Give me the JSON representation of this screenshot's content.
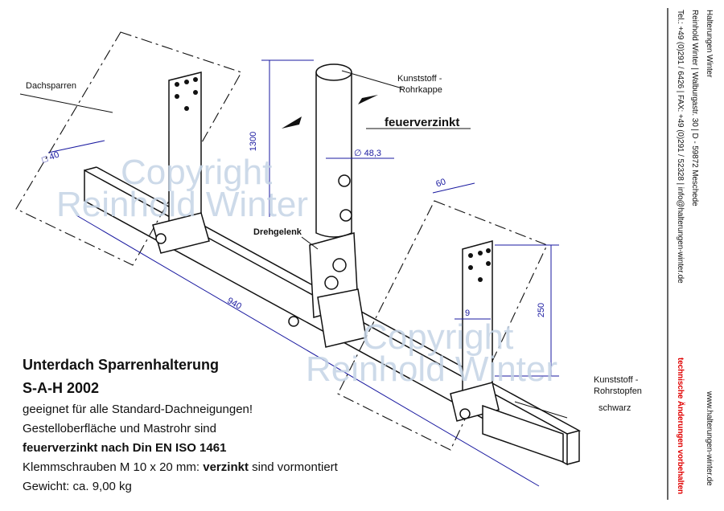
{
  "labels": {
    "dachsparren": "Dachsparren",
    "kunststoff_rohrkappe_1": "Kunststoff -",
    "kunststoff_rohrkappe_2": "Rohrkappe",
    "feuerverzinkt": "feuerverzinkt",
    "diameter": "∅ 48,3",
    "drehgelenk": "Drehgelenk",
    "rohrstopfen_1": "Kunststoff -",
    "rohrstopfen_2": "Rohrstopfen",
    "schwarz": "schwarz",
    "dim_40": "□ 40",
    "dim_1300": "1300",
    "dim_60": "60",
    "dim_9": "9",
    "dim_250": "250",
    "dim_940": "940"
  },
  "watermark": {
    "line1": "Copyright",
    "line2": "Reinhold Winter"
  },
  "description": {
    "title1": "Unterdach Sparrenhalterung",
    "title2": "S-A-H 2002",
    "line1": "geeignet für alle Standard-Dachneigungen!",
    "line2": "Gestelloberfläche und Mastrohr sind",
    "line3": "feuerverzinkt nach Din EN ISO 1461",
    "line4_a": "Klemmschrauben M 10 x 20 mm: ",
    "line4_b": "verzinkt",
    "line4_c": " sind vormontiert",
    "line5": "Gewicht: ca. 9,00 kg"
  },
  "sidebar": {
    "company": "Halterungen Winter",
    "address": "Reinhold Winter | Walburgastr. 30 | D - 59872 Meschede",
    "contact": "Tel.: +49 (0)291 / 6426 | FAX: +49 (0)291 / 52328 | info@halterungen-winter.de",
    "website": "www.halterungen-winter.de",
    "notice": "technische Änderungen vorbehalten"
  },
  "colors": {
    "dimension": "#1a1aa0",
    "notice": "#e00000",
    "watermark": "#c5d4e6"
  }
}
